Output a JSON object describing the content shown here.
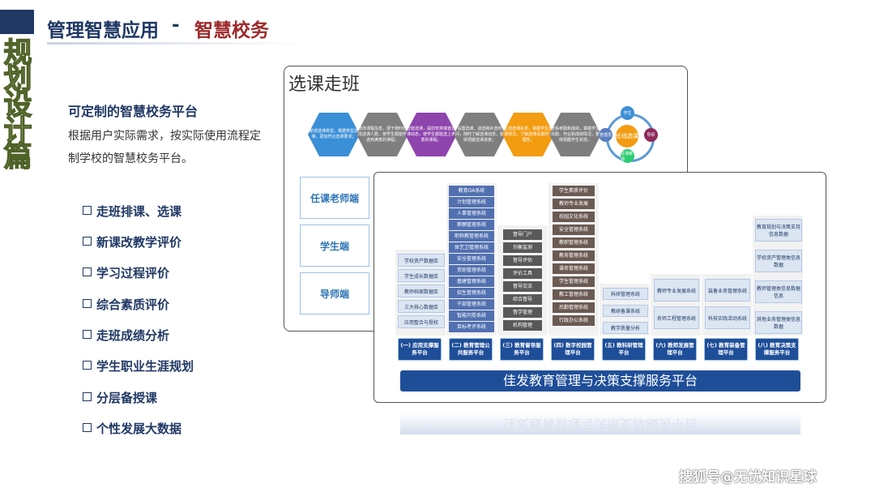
{
  "header": {
    "title": "管理智慧应用",
    "sep": "-",
    "subtitle": "智慧校务"
  },
  "side_chars": [
    "规",
    "划",
    "设",
    "计",
    "篇"
  ],
  "intro": {
    "heading": "可定制的智慧校务平台",
    "desc": "根据用户实际需求，按实际使用流程定制学校的智慧校务平台。"
  },
  "features": [
    "走班排课、选课",
    "新课改教学评价",
    "学习过程评价",
    "综合素质评价",
    "走班成绩分析",
    "学生职业生涯规划",
    "分层备授课",
    "个性发展大数据"
  ],
  "back_panel": {
    "title": "选课走班",
    "hexes": [
      {
        "text": "新增选课类型，根据类型选课，更加符合选课要求；",
        "color": "#3b8fd6"
      },
      {
        "text": "修改课程信息，便于随时修改选课人数，使学生都能够选到满意的课程；",
        "color": "#7f7f7f"
      },
      {
        "text": "智能选课，提前安排或者选课动态，使学生都能选上满意的课程；",
        "color": "#8e44ad"
      },
      {
        "text": "设置选课、退选和补选时间，随时了解选课动态，整体把握选课进度；",
        "color": "#7f7f7f"
      },
      {
        "text": "生成选课名单，掌握学生选课情况，了解选课设置的合理性；",
        "color": "#f39c12"
      },
      {
        "text": "查看考勤和成绩，掌握学生出勤、作业和成绩情况，整体把握学生状态。",
        "color": "#7f7f7f"
      }
    ],
    "cycle": {
      "center": "任线选课",
      "top": "学生",
      "right": "导师",
      "bottom": "任课教师",
      "left": "管理员"
    },
    "roles": [
      "任课老师端",
      "学生端",
      "导师端"
    ]
  },
  "front_panel": {
    "col1": [
      "学校资产数据库",
      "学生成长数据库",
      "教师档案数据库",
      "三大核心数据库",
      "应用整合与授权"
    ],
    "col2": [
      "教育OA系统",
      "计划管理系统",
      "人事管理系统",
      "薪酬管理系统",
      "职称教管理系统",
      "体艺卫管理系统",
      "安全管理系统",
      "资助管理系统",
      "基建管理系统",
      "招生管理系统",
      "干部管理系统",
      "智能问卷系统",
      "目标考评系统"
    ],
    "col3": [
      "督导门户",
      "均衡监测",
      "督导评估",
      "评价工具",
      "督导交流",
      "综合督导",
      "督学管理",
      "机构管理"
    ],
    "col4": [
      "学生素质评价",
      "教师专业发展",
      "校园文化系统",
      "安全管理系统",
      "教职管理系统",
      "教务管理系统",
      "课务管理系统",
      "学生管理系统",
      "教工管理系统",
      "后勤管理系统",
      "行政办公系统"
    ],
    "col5": [
      "科研管理系统",
      "教研备课系统",
      "教学质量分析"
    ],
    "col6": [
      "教师专业发展系统",
      "名师工程管理系统"
    ],
    "col7": [
      "装备业务管理系统",
      "科技实践活动系统"
    ],
    "col8": [
      "教育规划与决策支持信息数据",
      "学校资产管理类信息数据",
      "教师管理类信息数据信息",
      "其他业务管理类信息数据"
    ],
    "platforms": [
      "(一) 应用支撑服务平台",
      "(二) 教育管理公共服务平台",
      "(三) 教育督导服务平台",
      "(四) 数字校园管理平台",
      "(五) 教科研管理平台",
      "(六) 教师发展管理平台",
      "(七) 教育装备管理平台",
      "(八) 教育决策支撑服务平台"
    ],
    "bottom": "佳发教育管理与决策支撑服务平台"
  },
  "watermark": "搜狐号@无忧知识星球"
}
